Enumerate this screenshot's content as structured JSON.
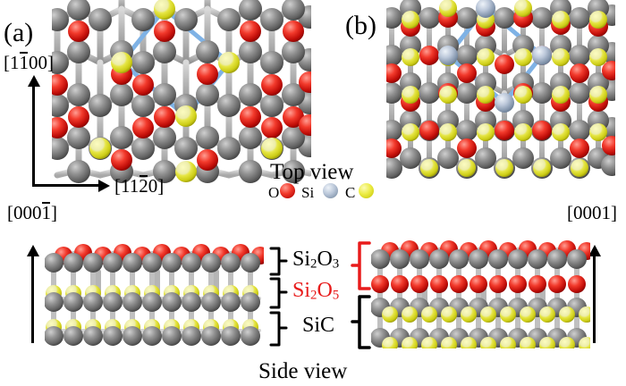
{
  "figure": {
    "panels": [
      {
        "id": "a",
        "label": "(a)",
        "phase": "Si2O3"
      },
      {
        "id": "b",
        "label": "(b)",
        "phase": "Si2O5"
      }
    ],
    "view_labels": {
      "top": "Top view",
      "side": "Side view"
    },
    "directions": {
      "vertical_left_top": {
        "parts": [
          "[1",
          "1",
          "00]"
        ],
        "overbar_index": 1,
        "plain": "[1100]"
      },
      "horizontal_left_top": {
        "parts": [
          "[11",
          "2",
          "0]"
        ],
        "overbar_index": 1,
        "plain": "[1120]"
      },
      "vertical_left_side": {
        "parts": [
          "[000",
          "1",
          "]"
        ],
        "overbar_index": 1,
        "plain": "[0001]"
      },
      "vertical_right_side": {
        "parts": [
          "[0001]"
        ],
        "overbar_index": -1,
        "plain": "[0001]"
      }
    },
    "legend": {
      "items": [
        {
          "symbol": "O",
          "color": "#ec2a20",
          "name": "oxygen-sphere"
        },
        {
          "symbol": "Si",
          "color": "#a9b8cc",
          "name": "silicon-sphere"
        },
        {
          "symbol": "C",
          "color": "#e4e43a",
          "name": "carbon-sphere"
        }
      ]
    },
    "layer_labels": [
      {
        "formula": "Si2O3",
        "base": "Si",
        "sub1": "2",
        "mid": "O",
        "sub2": "3",
        "color": "#000000"
      },
      {
        "formula": "Si2O5",
        "base": "Si",
        "sub1": "2",
        "mid": "O",
        "sub2": "5",
        "color": "#e81b1b"
      },
      {
        "formula": "SiC",
        "base": "SiC",
        "sub1": "",
        "mid": "",
        "sub2": "",
        "color": "#000000"
      }
    ],
    "colors": {
      "oxygen": "#ec2a20",
      "silicon_gray": "#8f8f8f",
      "silicon_blue": "#8496ad",
      "carbon": "#e4e43a",
      "bond": "#b8b8b8",
      "unit_cell": "#7fb2e5",
      "bracket_black": "#000000",
      "bracket_red": "#e81b1b",
      "background": "#ffffff"
    }
  }
}
